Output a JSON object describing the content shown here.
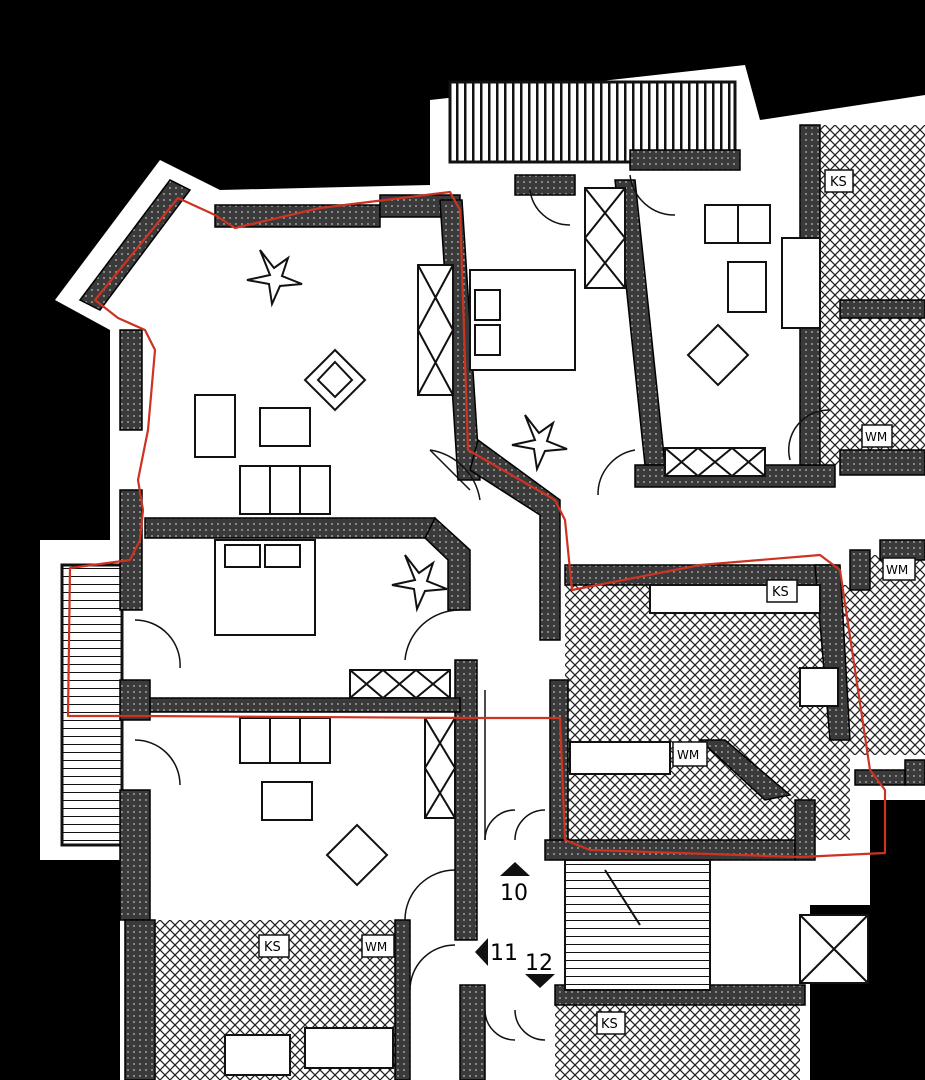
{
  "labels": {
    "ks_top_right": "KS",
    "wm_top_right": "WM",
    "ks_center": "KS",
    "wm_center_right": "WM",
    "wm_center": "WM",
    "ks_bottom_left": "KS",
    "wm_bottom_left": "WM",
    "ks_bottom_center": "KS"
  },
  "markers": {
    "stair_10": "10",
    "stair_11": "11",
    "stair_12": "12"
  },
  "colors": {
    "background": "#000000",
    "paper": "#ffffff",
    "wall": "#1a1a1a",
    "outline": "#cc3322"
  }
}
